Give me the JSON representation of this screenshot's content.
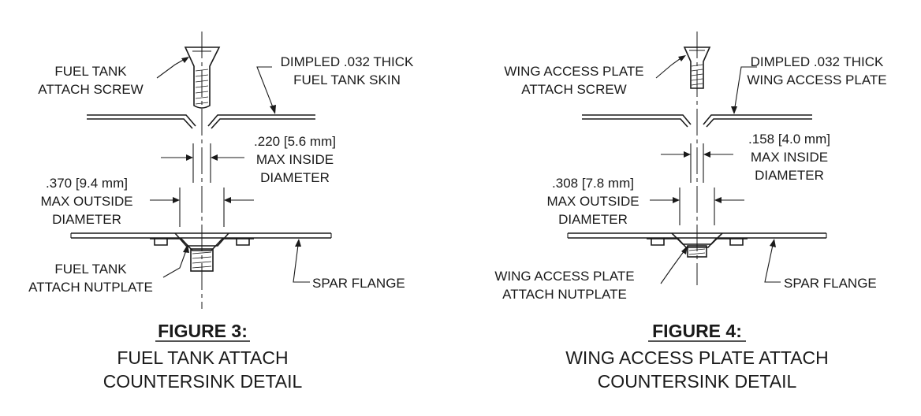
{
  "figure3": {
    "title": "FIGURE 3:",
    "subtitle_line1": "FUEL TANK ATTACH",
    "subtitle_line2": "COUNTERSINK DETAIL",
    "screw_label_1": "FUEL TANK",
    "screw_label_2": "ATTACH SCREW",
    "skin_label_1": "DIMPLED .032 THICK",
    "skin_label_2": "FUEL TANK SKIN",
    "inside_dim_1": ".220 [5.6 mm]",
    "inside_dim_2": "MAX INSIDE",
    "inside_dim_3": "DIAMETER",
    "outside_dim_1": ".370 [9.4 mm]",
    "outside_dim_2": "MAX OUTSIDE",
    "outside_dim_3": "DIAMETER",
    "nutplate_label_1": "FUEL TANK",
    "nutplate_label_2": "ATTACH NUTPLATE",
    "spar_label": "SPAR FLANGE"
  },
  "figure4": {
    "title": "FIGURE 4:",
    "subtitle_line1": "WING ACCESS PLATE ATTACH",
    "subtitle_line2": "COUNTERSINK DETAIL",
    "screw_label_1": "WING ACCESS PLATE",
    "screw_label_2": "ATTACH SCREW",
    "skin_label_1": "DIMPLED .032 THICK",
    "skin_label_2": "WING ACCESS PLATE",
    "inside_dim_1": ".158 [4.0 mm]",
    "inside_dim_2": "MAX INSIDE",
    "inside_dim_3": "DIAMETER",
    "outside_dim_1": ".308 [7.8 mm]",
    "outside_dim_2": "MAX OUTSIDE",
    "outside_dim_3": "DIAMETER",
    "nutplate_label_1": "WING ACCESS PLATE",
    "nutplate_label_2": "ATTACH NUTPLATE",
    "spar_label": "SPAR FLANGE"
  }
}
